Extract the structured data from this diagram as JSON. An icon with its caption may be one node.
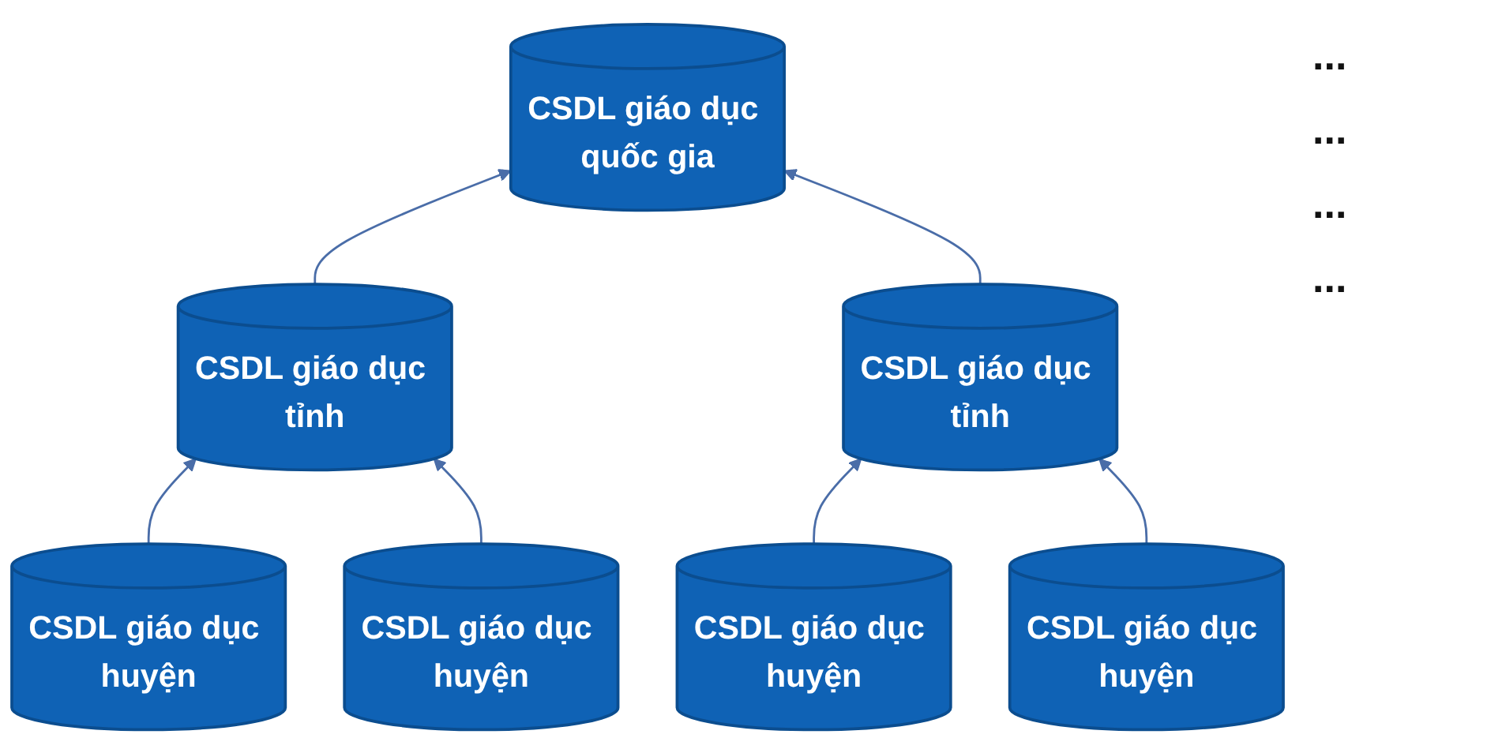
{
  "diagram": {
    "nodes": [
      {
        "text": [
          "CSDL giáo dục quốc gia"
        ]
      },
      {
        "text": [
          "CSDL giáo dục tỉnh"
        ]
      },
      {
        "text": [
          "CSDL giáo dục tỉnh"
        ]
      },
      {
        "text": [
          "CSDL giáo dục huyện"
        ]
      },
      {
        "text": [
          "CSDL giáo dục huyện"
        ]
      },
      {
        "text": [
          "CSDL giáo dục huyện"
        ]
      },
      {
        "text": [
          "CSDL giáo dục huyện"
        ]
      }
    ],
    "edges": [
      {
        "from": 1,
        "to": 0,
        "arrow": "to"
      },
      {
        "from": 2,
        "to": 0,
        "arrow": "to"
      },
      {
        "from": 3,
        "to": 1,
        "arrow": "to"
      },
      {
        "from": 4,
        "to": 1,
        "arrow": "to"
      },
      {
        "from": 5,
        "to": 2,
        "arrow": "to"
      },
      {
        "from": 6,
        "to": 2,
        "arrow": "to"
      }
    ],
    "labels": [
      "...",
      "...",
      "...",
      "..."
    ]
  }
}
